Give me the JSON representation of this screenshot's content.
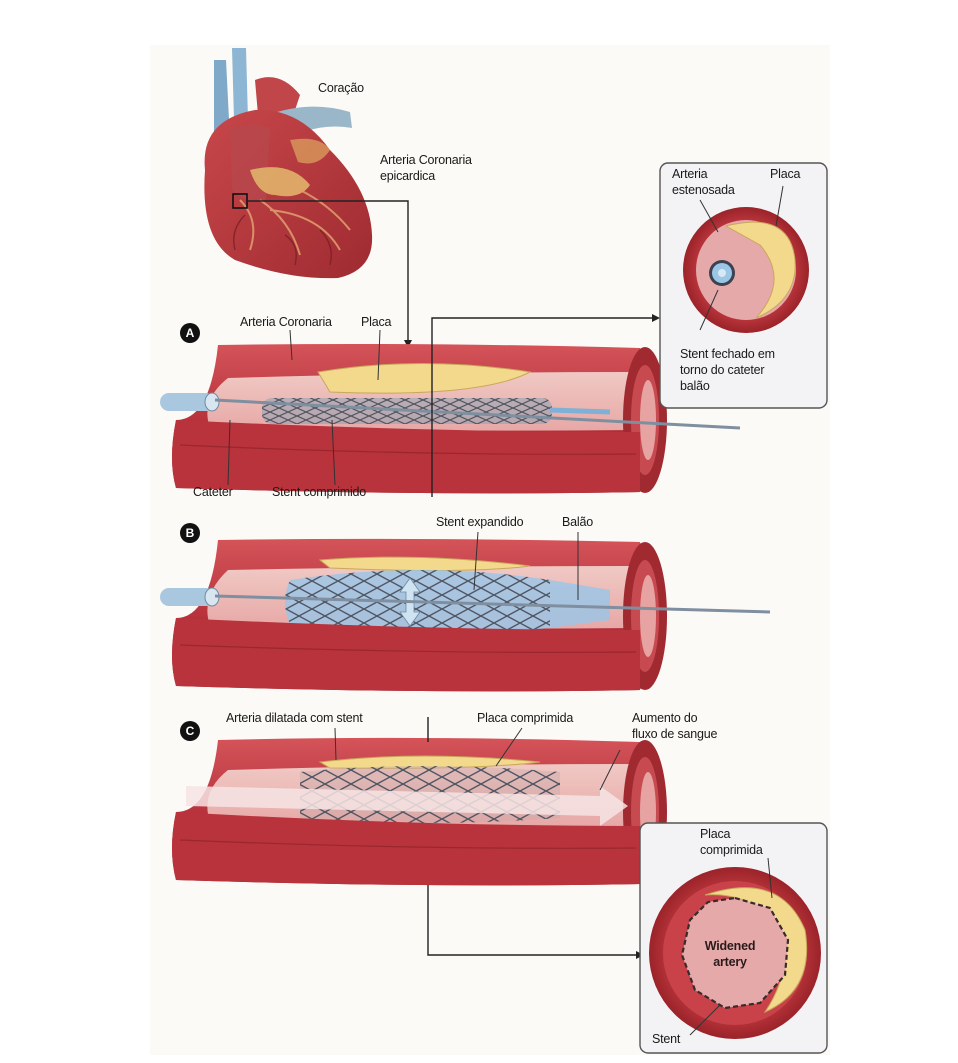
{
  "labels": {
    "heart": "Coração",
    "epicardial_artery": "Arteria Coronaria\nepicardica",
    "stenosed_artery": "Arteria\nestenosada",
    "plaque_top_inset": "Placa",
    "stent_closed": "Stent fechado em\ntorno do cateter\nbalão",
    "coronary_artery": "Arteria Coronaria",
    "plaque_a": "Placa",
    "catheter": "Cateter",
    "stent_compressed": "Stent comprimido",
    "stent_expanded": "Stent expandido",
    "balloon": "Balão",
    "dilated_artery": "Arteria dilatada com stent",
    "compressed_plaque": "Placa comprimida",
    "blood_flow": "Aumento do\nfluxo de sangue",
    "compressed_plaque_inset": "Placa\ncomprimida",
    "widened_artery": "Widened\nartery",
    "stent_bottom": "Stent"
  },
  "markers": {
    "a": "A",
    "b": "B",
    "c": "C"
  },
  "colors": {
    "artery_red": "#b8333b",
    "artery_inner": "#d9545a",
    "plaque": "#f2d98c",
    "stent_mesh": "#555a66",
    "balloon": "#9cc6e6",
    "inset_bg": "#f3f3f6"
  }
}
